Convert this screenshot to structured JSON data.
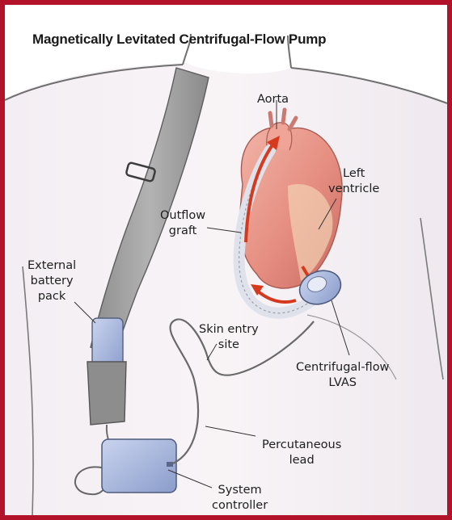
{
  "title": "Magnetically Levitated Centrifugal-Flow Pump",
  "labels": {
    "aorta": "Aorta",
    "left_ventricle": [
      "Left",
      "ventricle"
    ],
    "outflow_graft": [
      "Outflow",
      "graft"
    ],
    "external_battery_pack": [
      "External",
      "battery",
      "pack"
    ],
    "skin_entry_site": [
      "Skin entry",
      "site"
    ],
    "centrifugal_flow_lvas": [
      "Centrifugal-flow",
      "LVAS"
    ],
    "percutaneous_lead": [
      "Percutaneous",
      "lead"
    ],
    "system_controller": [
      "System",
      "controller"
    ]
  },
  "colors": {
    "frame": "#b2132a",
    "skin": "#f6f1f4",
    "body_outline": "#6b6b6b",
    "strap": "#9a9a9a",
    "device": "#a9b8dc",
    "heart": "#e89a8c",
    "flow_arrow": "#d63a1e"
  }
}
